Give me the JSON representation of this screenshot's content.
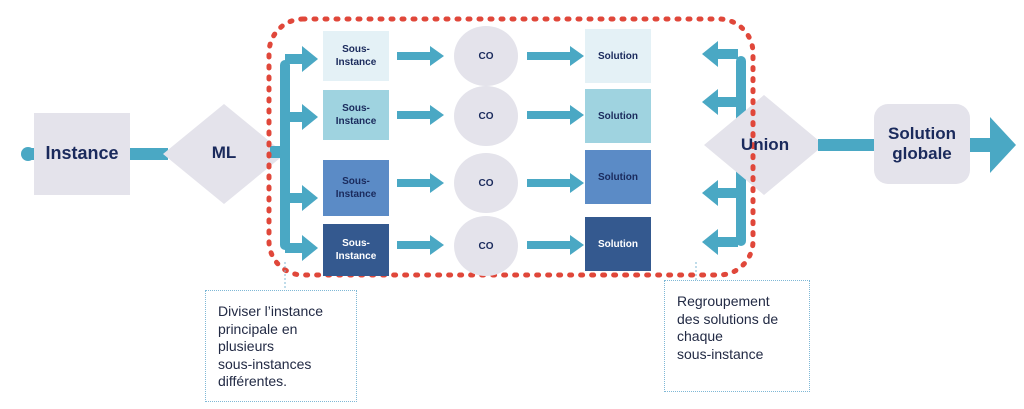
{
  "instance": {
    "label": "Instance"
  },
  "ml": {
    "label": "ML"
  },
  "rows": [
    {
      "sub_label": "Sous-\nInstance",
      "co_label": "CO",
      "solution_label": "Solution",
      "color": "#e4f1f6",
      "text_color": "#1a2a5c"
    },
    {
      "sub_label": "Sous-\nInstance",
      "co_label": "CO",
      "solution_label": "Solution",
      "color": "#9fd3e0",
      "text_color": "#1a2a5c"
    },
    {
      "sub_label": "Sous-\nInstance",
      "co_label": "CO",
      "solution_label": "Solution",
      "color": "#5b8bc6",
      "text_color": "#1a2a5c"
    },
    {
      "sub_label": "Sous-\nInstance",
      "co_label": "CO",
      "solution_label": "Solution",
      "color": "#34598f",
      "text_color": "#ffffff"
    }
  ],
  "union": {
    "label": "Union"
  },
  "global_solution": {
    "label": "Solution\nglobale"
  },
  "notes": {
    "left": "Diviser l’instance\nprincipale en\nplusieurs\nsous-instances\ndifférentes.",
    "right": "Regroupement\ndes solutions de\nchaque\nsous-instance"
  },
  "colors": {
    "arrow": "#4aa8c4",
    "dotted_border": "#e0473a",
    "node_fill": "#e4e3eb",
    "text_dark": "#1a2a5c"
  }
}
